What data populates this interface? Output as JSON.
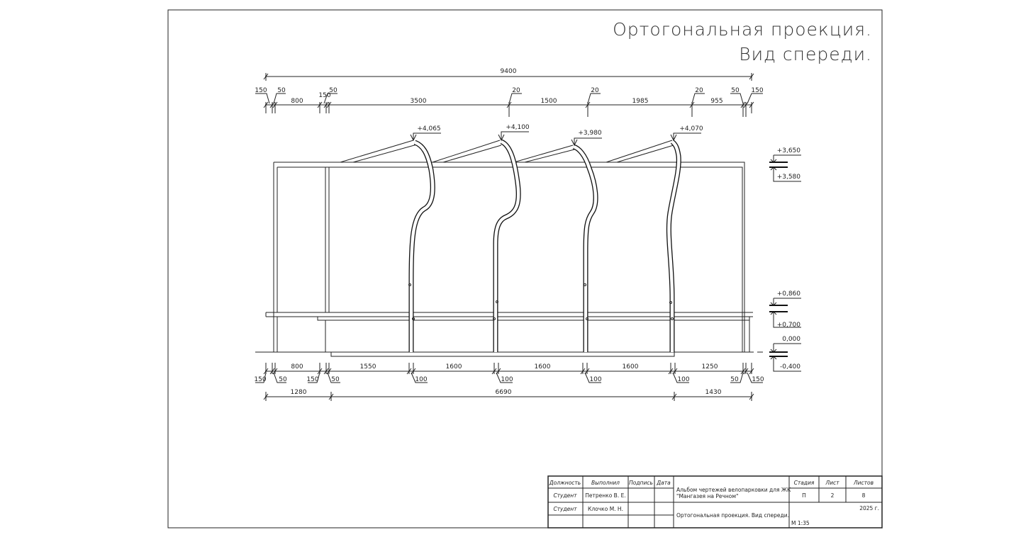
{
  "title": {
    "line1": "Ортогональная проекция.",
    "line2": "Вид спереди."
  },
  "top_dims": {
    "overall": "9400",
    "segments": [
      "150",
      "50",
      "800",
      "150",
      "50",
      "3500",
      "20",
      "1500",
      "20",
      "1985",
      "20",
      "955",
      "50",
      "150"
    ]
  },
  "bottom_dims": {
    "row1": [
      "800",
      "1550",
      "1600",
      "1600",
      "1600",
      "1250"
    ],
    "row1_leaders": [
      "150",
      "50",
      "150",
      "50",
      "100",
      "100",
      "100",
      "100",
      "50",
      "150"
    ],
    "row2": [
      "1280",
      "6690",
      "1430"
    ]
  },
  "arch_elevations": [
    "+4,065",
    "+4,100",
    "+3,980",
    "+4,070"
  ],
  "side_elevations": [
    "+3,650",
    "+3,580",
    "+0,860",
    "+0,700",
    "0,000",
    "-0,400"
  ],
  "title_block": {
    "headers": [
      "Должность",
      "Выполнил",
      "Подпись",
      "Дата"
    ],
    "rows": [
      [
        "Студент",
        "Петренко В. Е."
      ],
      [
        "Студент",
        "Клочко М. Н."
      ]
    ],
    "project_line1": "Альбом чертежей велопарковки для ЖК",
    "project_line2": "\"Мангазея на Речном\"",
    "sheet_title": "Ортогональная проекция. Вид спереди.",
    "stage_label": "Стадия",
    "sheet_label": "Лист",
    "sheets_label": "Листов",
    "stage": "П",
    "sheet": "2",
    "sheets": "8",
    "year": "2025 г.",
    "scale": "М 1:35"
  }
}
